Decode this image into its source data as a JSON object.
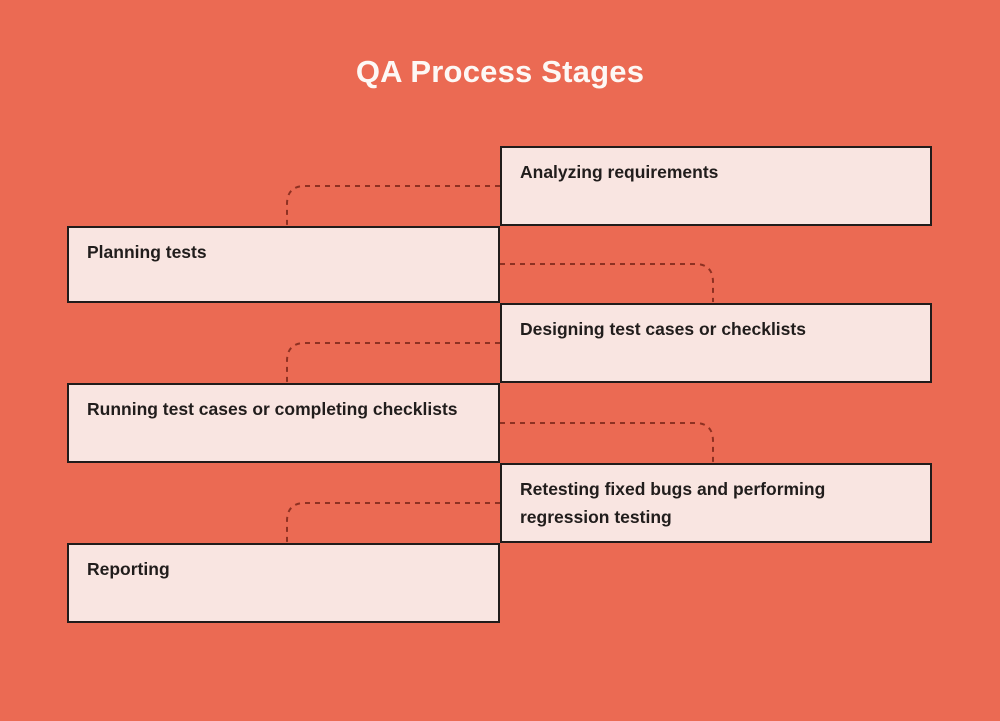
{
  "page": {
    "title": "QA Process Stages",
    "background_color": "#EB6A53",
    "box_fill_color": "#F9E5E1",
    "box_border_color": "#211C1B",
    "connector_color": "#8E3122",
    "title_color": "#FDF8F5",
    "text_color": "#211D1C"
  },
  "stages": [
    {
      "label": "Analyzing requirements",
      "side": "right"
    },
    {
      "label": "Planning tests",
      "side": "left"
    },
    {
      "label": "Designing test cases or checklists",
      "side": "right"
    },
    {
      "label": "Running test cases or completing checklists",
      "side": "left"
    },
    {
      "label": "Retesting fixed bugs and performing regression testing",
      "side": "right"
    },
    {
      "label": "Reporting",
      "side": "left"
    }
  ]
}
